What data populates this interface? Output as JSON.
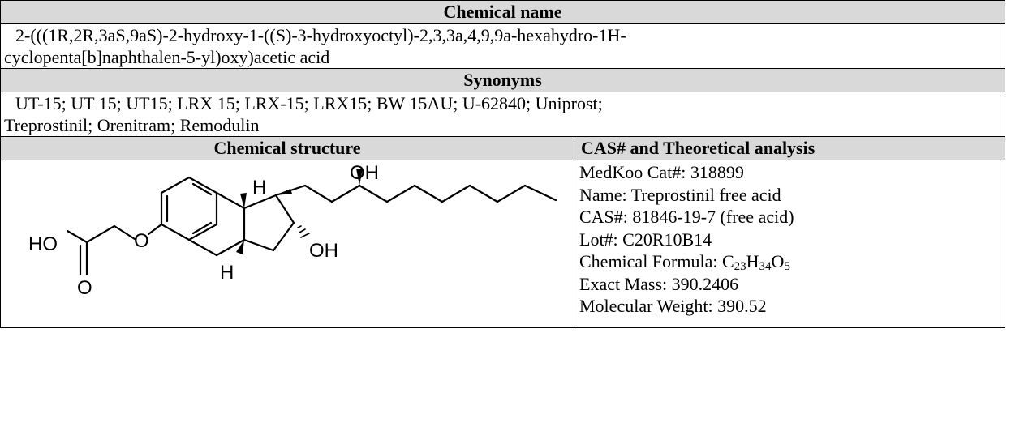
{
  "headers": {
    "chemical_name": "Chemical name",
    "synonyms": "Synonyms",
    "chemical_structure": "Chemical structure",
    "cas_analysis": "CAS# and Theoretical analysis"
  },
  "chemical_name": {
    "line1": "2-(((1R,2R,3aS,9aS)-2-hydroxy-1-((S)-3-hydroxyoctyl)-2,3,3a,4,9,9a-hexahydro-1H-",
    "line2": "cyclopenta[b]naphthalen-5-yl)oxy)acetic acid"
  },
  "synonyms": {
    "line1": "UT-15; UT 15; UT15; LRX 15; LRX-15; LRX15; BW 15AU; U-62840; Uniprost;",
    "line2": "Treprostinil; Orenitram; Remodulin"
  },
  "structure_labels": {
    "oh_top": "OH",
    "h_top": "H",
    "h_bottom": "H",
    "oh_bottom": "OH",
    "ho_acid": "HO",
    "o_ether": "O",
    "o_carbonyl": "O"
  },
  "analysis": {
    "cat": "MedKoo Cat#: 318899",
    "name": "Name: Treprostinil free acid",
    "cas": "CAS#: 81846-19-7 (free acid)",
    "lot": "Lot#: C20R10B14",
    "formula_prefix": "Chemical Formula: ",
    "formula_c": "C",
    "formula_c_count": "23",
    "formula_h": "H",
    "formula_h_count": "34",
    "formula_o": "O",
    "formula_o_count": "5",
    "exact_mass": "Exact Mass: 390.2406",
    "mw": "Molecular Weight: 390.52"
  }
}
